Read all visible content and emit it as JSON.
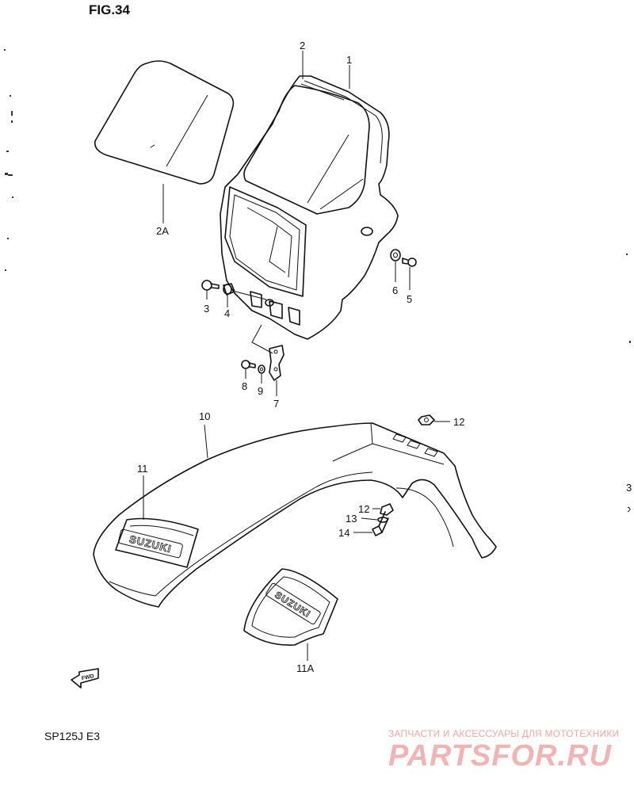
{
  "figure_title": "FIG.34",
  "model_code": "SP125J  E3",
  "watermark": {
    "line1": "ЗАПЧАСТИ И АКСЕССУАРЫ ДЛЯ МОТОТЕХНИКИ",
    "line2": "PARTSFOR.RU"
  },
  "fwd_label": "FWD",
  "brand_text": "SUZUKI",
  "edge_marker": "3",
  "parts": [
    {
      "id": "1",
      "name": "headlight housing"
    },
    {
      "id": "2",
      "name": "headlight cover"
    },
    {
      "id": "2A",
      "name": "number plate"
    },
    {
      "id": "3",
      "name": "screw"
    },
    {
      "id": "4",
      "name": "collar"
    },
    {
      "id": "5",
      "name": "screw"
    },
    {
      "id": "6",
      "name": "washer"
    },
    {
      "id": "7",
      "name": "bracket"
    },
    {
      "id": "8",
      "name": "screw"
    },
    {
      "id": "9",
      "name": "washer"
    },
    {
      "id": "10",
      "name": "front fender"
    },
    {
      "id": "11",
      "name": "emblem"
    },
    {
      "id": "11A",
      "name": "emblem"
    },
    {
      "id": "12",
      "name": "nut"
    },
    {
      "id": "13",
      "name": "washer"
    },
    {
      "id": "14",
      "name": "bolt"
    }
  ]
}
